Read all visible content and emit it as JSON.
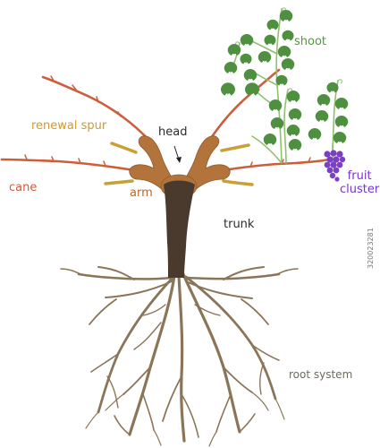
{
  "labels": {
    "shoot": "shoot",
    "head": "head",
    "renewal_spur": "renewal spur",
    "cane": "cane",
    "arm": "arm",
    "fruit_line1": "fruit",
    "fruit_line2": "cluster",
    "trunk": "trunk",
    "root_system": "root system"
  },
  "watermark": "320023281",
  "colors": {
    "cane": "#cd5e3c",
    "spur": "#c8a036",
    "wood": "#b2743a",
    "trunk": "#4a3a2e",
    "root": "#8a7558",
    "leaf": "#4f9040",
    "vine_stem": "#8fc06e",
    "fruit": "#7b3fc4",
    "text_dark": "#2b2b2b",
    "text_green": "#4e9a3c",
    "text_orange": "#cf9a32",
    "text_brown": "#b06a36",
    "text_purple": "#7a35d0",
    "text_gray": "#6f6a60"
  }
}
